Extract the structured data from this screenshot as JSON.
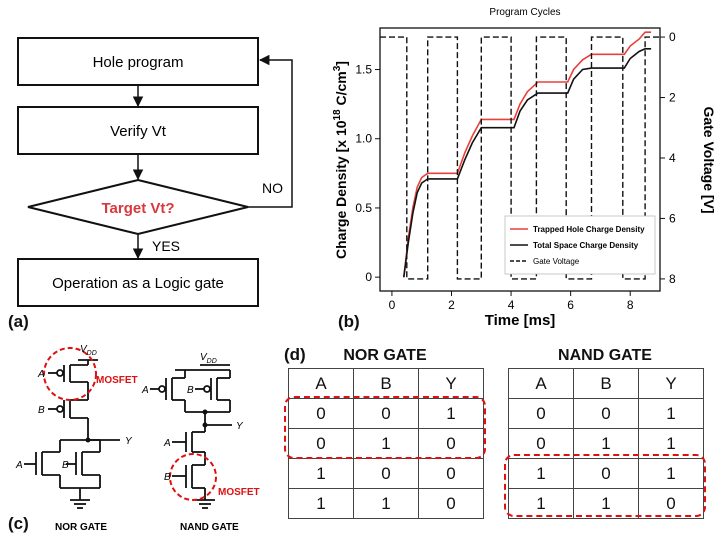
{
  "panel_a": {
    "label": "(a)",
    "box_program": "Hole program",
    "box_verify": "Verify Vt",
    "decision": "Target Vt?",
    "no_label": "NO",
    "yes_label": "YES",
    "box_operation": "Operation as a Logic gate",
    "decision_color": "#d9383e"
  },
  "panel_b": {
    "label": "(b)"
  },
  "chart_data": {
    "type": "line",
    "title": "Program Cycles",
    "xlabel": "Time [ms]",
    "ylabel_left": "Charge Density [x 10",
    "ylabel_left_sup": "18",
    "ylabel_left_tail": " C/cm",
    "ylabel_left_sup2": "3",
    "ylabel_left_end": "]",
    "ylabel_right": "Gate Voltage [V]",
    "xlim": [
      -0.4,
      9.0
    ],
    "ylim_left": [
      -0.1,
      1.8
    ],
    "ylim_right": [
      8.4,
      -0.3
    ],
    "xticks": [
      "0",
      "2",
      "4",
      "6",
      "8"
    ],
    "yticks_left": [
      "0",
      "0.5",
      "1.0",
      "1.5"
    ],
    "yticks_right": [
      "0",
      "2",
      "4",
      "6",
      "8"
    ],
    "legend_position": "lower-right",
    "series": [
      {
        "name": "Trapped Hole Charge Density",
        "color": "#e8403a",
        "x": [
          0.4,
          0.55,
          0.7,
          0.85,
          1.0,
          1.2,
          2.2,
          2.45,
          2.7,
          3.0,
          4.1,
          4.3,
          4.55,
          4.9,
          5.9,
          6.1,
          6.4,
          6.7,
          7.8,
          8.0,
          8.3,
          8.5,
          8.7
        ],
        "y": [
          0,
          0.28,
          0.5,
          0.65,
          0.72,
          0.75,
          0.75,
          0.9,
          1.02,
          1.14,
          1.14,
          1.25,
          1.34,
          1.41,
          1.41,
          1.5,
          1.57,
          1.61,
          1.61,
          1.67,
          1.72,
          1.77,
          1.77
        ]
      },
      {
        "name": "Total Space Charge Density",
        "color": "#111111",
        "x": [
          0.4,
          0.55,
          0.7,
          0.85,
          1.0,
          1.2,
          2.2,
          2.45,
          2.7,
          3.0,
          4.1,
          4.3,
          4.55,
          4.9,
          5.9,
          6.1,
          6.4,
          6.7,
          7.8,
          8.0,
          8.3,
          8.5,
          8.7
        ],
        "y": [
          0,
          0.25,
          0.46,
          0.61,
          0.68,
          0.71,
          0.71,
          0.85,
          0.97,
          1.08,
          1.08,
          1.2,
          1.28,
          1.33,
          1.33,
          1.43,
          1.5,
          1.51,
          1.51,
          1.58,
          1.63,
          1.65,
          1.65
        ]
      },
      {
        "name": "Gate Voltage",
        "color": "#111111",
        "axis": "right",
        "x": [
          -0.4,
          0.5,
          0.5,
          1.2,
          1.2,
          2.2,
          2.2,
          3.0,
          3.0,
          4.0,
          4.0,
          4.85,
          4.85,
          5.85,
          5.85,
          6.7,
          6.7,
          7.75,
          7.75,
          8.5,
          8.5,
          9.0
        ],
        "y": [
          0,
          0,
          8,
          8,
          0,
          0,
          8,
          8,
          0,
          0,
          8,
          8,
          0,
          0,
          8,
          8,
          0,
          0,
          8,
          8,
          0,
          0
        ]
      }
    ]
  },
  "panel_c": {
    "label": "(c)",
    "nor_caption": "NOR GATE",
    "nand_caption": "NAND GATE",
    "vdd": "V",
    "vdd_sub": "DD",
    "mosfet": "MOSFET",
    "in_a": "A",
    "in_b": "B",
    "out_y": "Y"
  },
  "panel_d": {
    "label": "(d)",
    "nor": {
      "title": "NOR GATE",
      "headers": [
        "A",
        "B",
        "Y"
      ],
      "rows": [
        [
          "0",
          "0",
          "1"
        ],
        [
          "0",
          "1",
          "0"
        ],
        [
          "1",
          "0",
          "0"
        ],
        [
          "1",
          "1",
          "0"
        ]
      ]
    },
    "nand": {
      "title": "NAND GATE",
      "headers": [
        "A",
        "B",
        "Y"
      ],
      "rows": [
        [
          "0",
          "0",
          "1"
        ],
        [
          "0",
          "1",
          "1"
        ],
        [
          "1",
          "0",
          "1"
        ],
        [
          "1",
          "1",
          "0"
        ]
      ]
    },
    "highlight_color": "#d11111"
  }
}
